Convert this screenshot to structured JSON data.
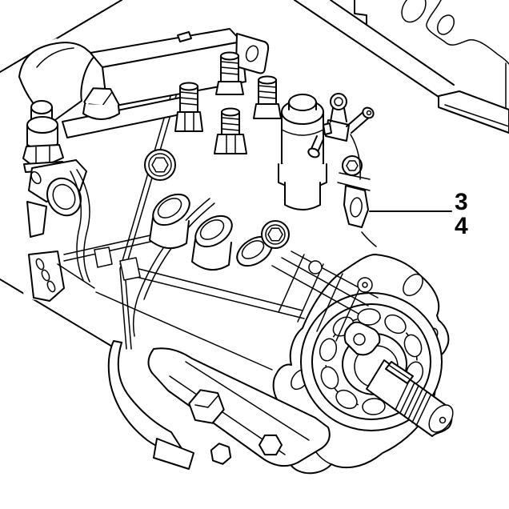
{
  "figure": {
    "type": "fuel-injection-pump-line-drawing",
    "background_color": "#ffffff",
    "line_color": "#000000"
  },
  "callout": {
    "labels": [
      {
        "text": "3"
      },
      {
        "text": "4"
      }
    ]
  }
}
